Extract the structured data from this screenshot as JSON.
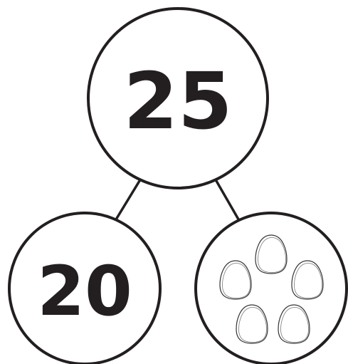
{
  "number_bond": {
    "whole": "25",
    "known_part": "20",
    "unknown_part": {
      "egg_count": 5,
      "icon": "egg-icon"
    }
  },
  "colors": {
    "stroke": "#231f20",
    "fill": "#ffffff"
  }
}
